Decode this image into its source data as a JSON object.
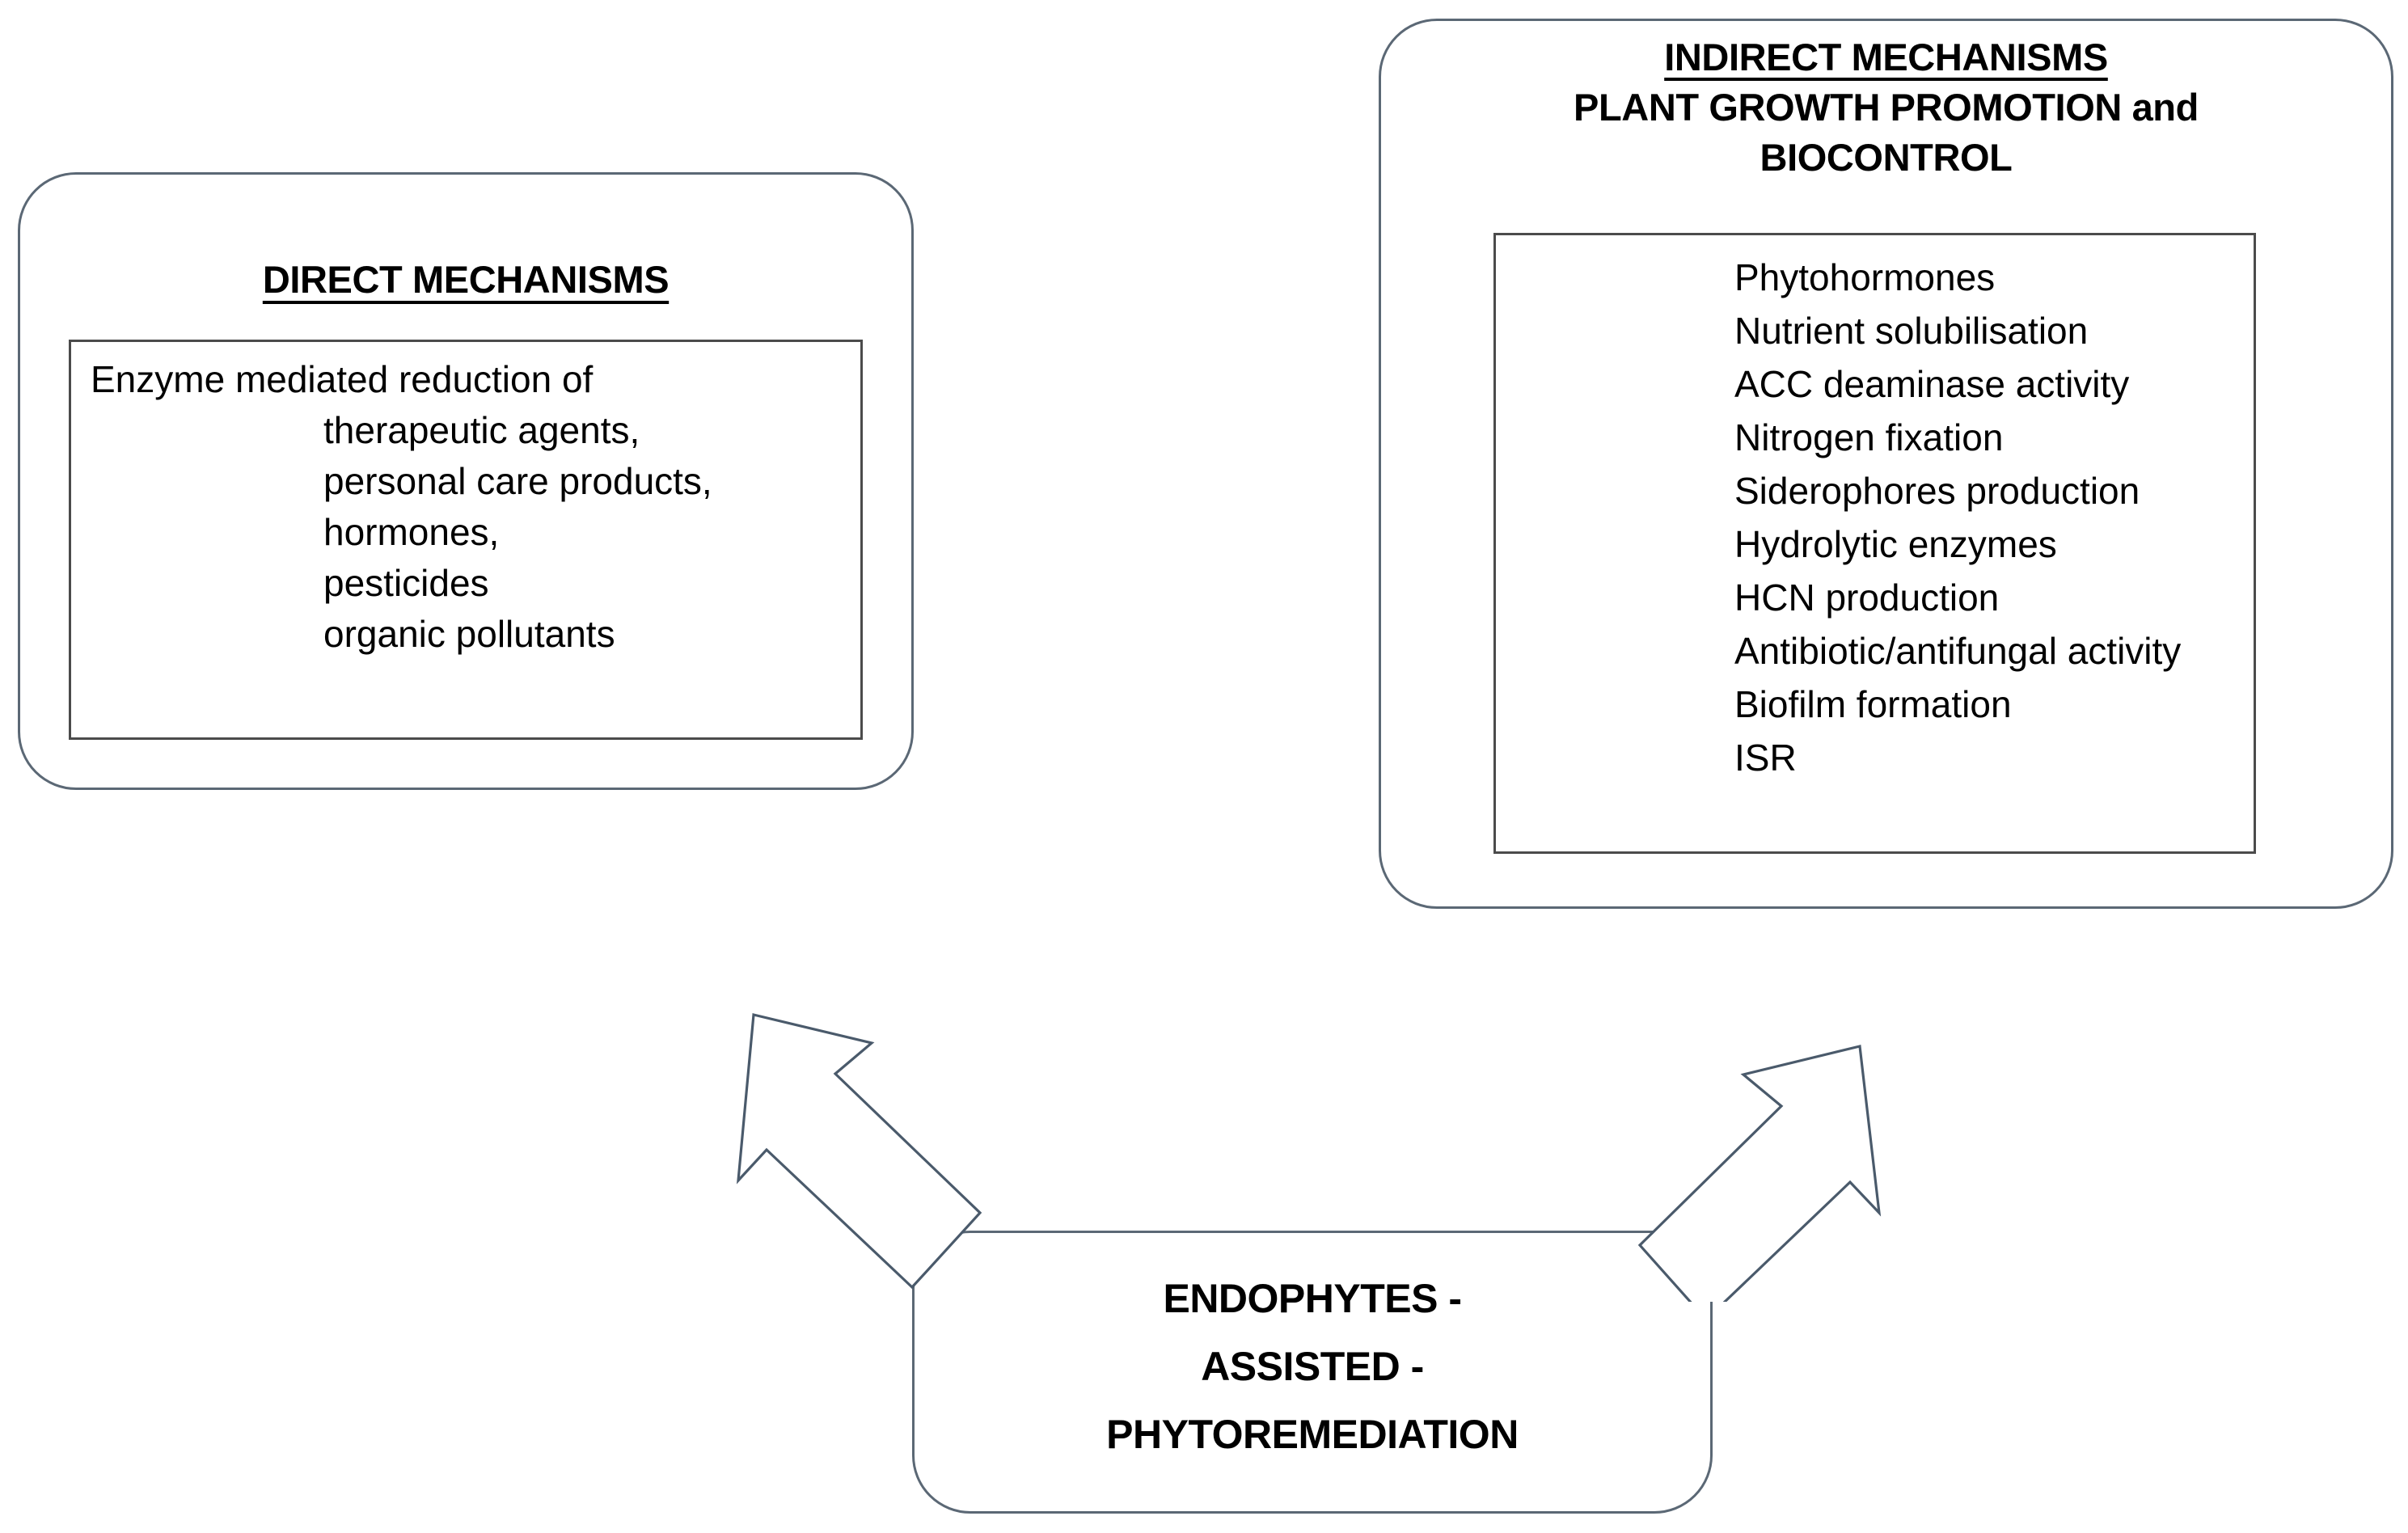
{
  "diagram": {
    "title": "Endophytes-assisted phytoremediation mechanisms",
    "accent_color": "#5b6875",
    "inner_border_color": "#4b4b4b",
    "background_color": "#ffffff",
    "text_color": "#000000"
  },
  "direct": {
    "heading": "DIRECT MECHANISMS",
    "lines": [
      "Enzyme mediated reduction of",
      "therapeutic agents,",
      "personal care products,",
      "hormones,",
      "pesticides",
      "organic pollutants"
    ]
  },
  "indirect": {
    "heading_line1": "INDIRECT MECHANISMS",
    "heading_line2": "PLANT GROWTH PROMOTION and",
    "heading_line3": "BIOCONTROL",
    "items": [
      "Phytohormones",
      "Nutrient solubilisation",
      "ACC deaminase activity",
      "Nitrogen fixation",
      "Siderophores production",
      "Hydrolytic enzymes",
      "HCN production",
      "Antibiotic/antifungal activity",
      "Biofilm formation",
      "ISR"
    ]
  },
  "endophytes": {
    "line1": "ENDOPHYTES -",
    "line2": "ASSISTED -",
    "line3": "PHYTOREMEDIATION"
  },
  "arrows": [
    {
      "name": "arrow-to-direct",
      "direction": "up-left",
      "from": "endophytes-assisted-phytoremediation",
      "to": "direct-mechanisms"
    },
    {
      "name": "arrow-to-indirect",
      "direction": "up-right",
      "from": "endophytes-assisted-phytoremediation",
      "to": "indirect-mechanisms"
    }
  ]
}
